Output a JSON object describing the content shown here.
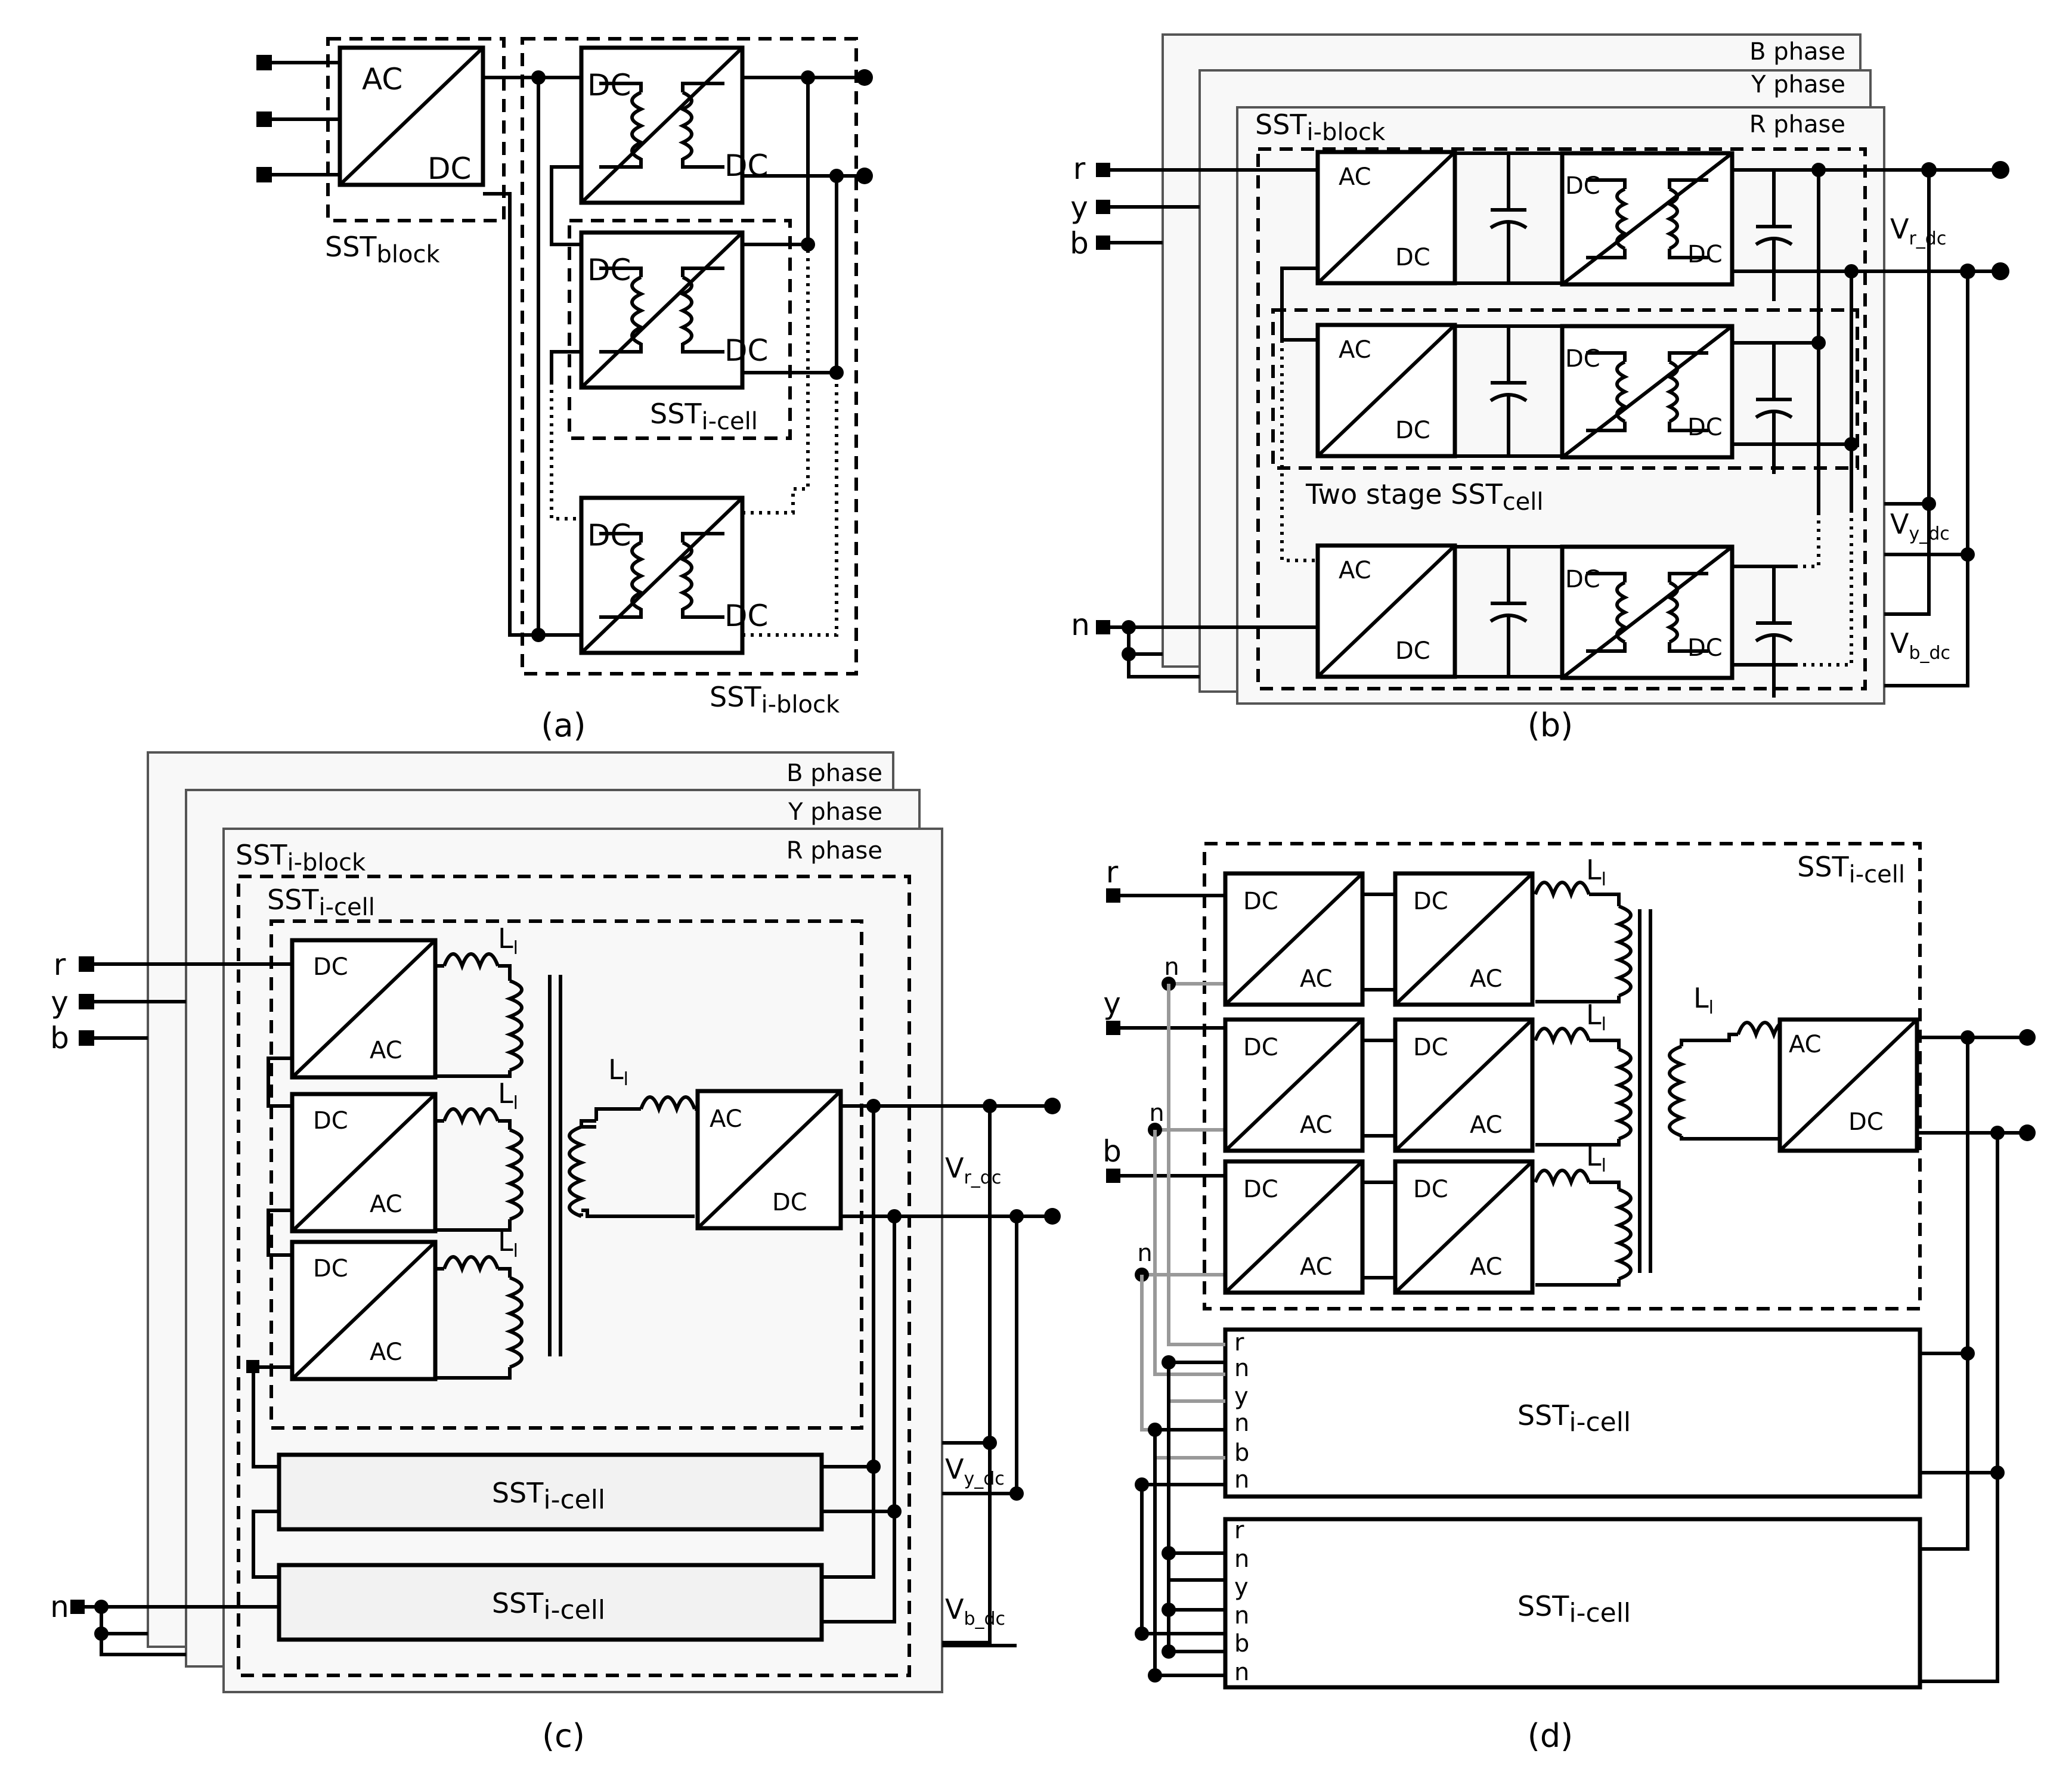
{
  "labels": {
    "ac": "AC",
    "dc": "DC",
    "sst": "SST",
    "block_sub": "block",
    "iblock_sub": "i-block",
    "icell_sub": "i-cell",
    "cell_sub": "cell",
    "two_stage": "Two stage SST",
    "l": "L",
    "l_sub": "l",
    "v": "V",
    "r_dc": "r_dc",
    "y_dc": "y_dc",
    "b_dc": "b_dc",
    "b_phase": "B phase",
    "y_phase": "Y phase",
    "r_phase": "R phase",
    "r": "r",
    "y": "y",
    "b": "b",
    "n": "n"
  },
  "captions": {
    "a": "(a)",
    "b": "(b)",
    "c": "(c)",
    "d": "(d)"
  }
}
